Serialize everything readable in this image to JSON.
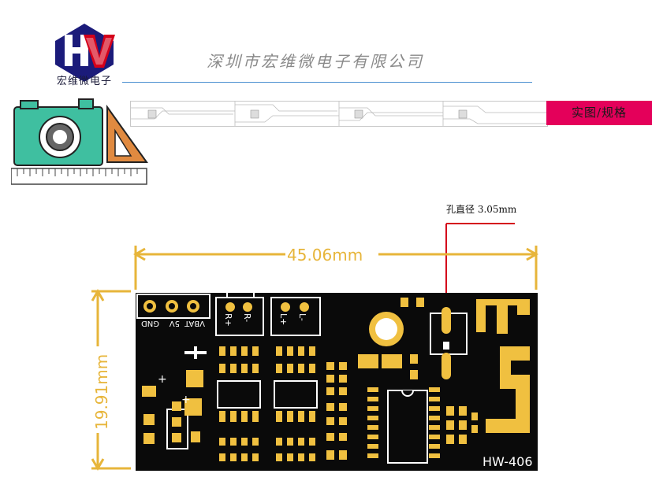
{
  "header": {
    "company_name_small": "宏维微电子",
    "company_title": "深圳市宏维微电子有限公司"
  },
  "tab": {
    "label": "实图/规格"
  },
  "annotation": {
    "hole_label": "孔直径 3.05mm"
  },
  "dimensions": {
    "width_label": "45.06mm",
    "height_label": "19.91mm"
  },
  "board": {
    "model": "HW-406",
    "pin_labels_left": [
      "VBAT",
      "5V",
      "GND"
    ],
    "pin_labels_r": [
      "R+",
      "R-"
    ],
    "pin_labels_l": [
      "L+",
      "L-"
    ],
    "plus_marks": [
      "+",
      "+"
    ]
  },
  "colors": {
    "accent_pink": "#e4005a",
    "dimension_gold": "#e7b53a",
    "pad_gold": "#f0c040",
    "board_black": "#0a0a0a",
    "pointer_red": "#d4001a",
    "icon_teal": "#3fbfa0"
  }
}
